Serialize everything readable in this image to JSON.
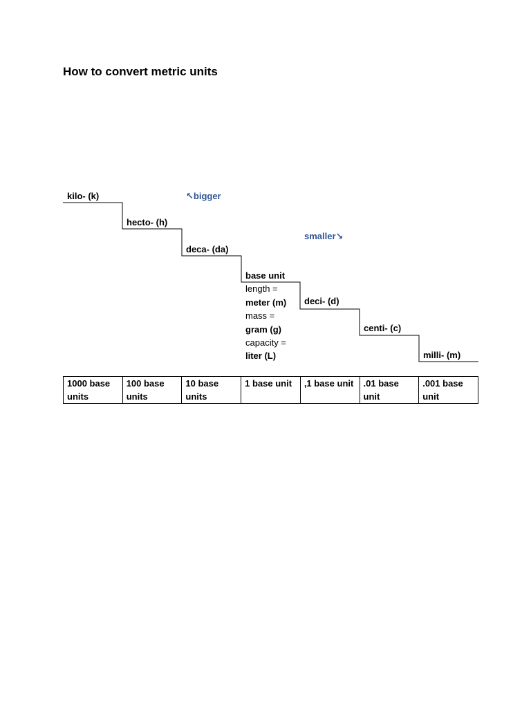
{
  "page": {
    "title": "How to convert metric units"
  },
  "staircase": {
    "steps": [
      {
        "label": "kilo- (k)"
      },
      {
        "label": "hecto- (h)"
      },
      {
        "label": "deca- (da)"
      },
      {
        "label": "base unit"
      },
      {
        "label": "deci- (d)"
      },
      {
        "label": "centi- (c)"
      },
      {
        "label": "milli- (m)"
      }
    ],
    "base_details": [
      {
        "text": "length =",
        "bold": false
      },
      {
        "text": "meter (m)",
        "bold": true
      },
      {
        "text": "mass =",
        "bold": false
      },
      {
        "text": "gram (g)",
        "bold": true
      },
      {
        "text": "capacity =",
        "bold": false
      },
      {
        "text": "liter (L)",
        "bold": true
      }
    ],
    "bigger_label": "↖bigger",
    "smaller_label": "smaller↘",
    "hint_color": "#2f5496"
  },
  "units_table": {
    "cells": [
      "1000 base units",
      "100 base units",
      "10 base units",
      "1 base unit",
      ",1 base unit",
      ".01 base unit",
      ".001 base unit"
    ]
  }
}
